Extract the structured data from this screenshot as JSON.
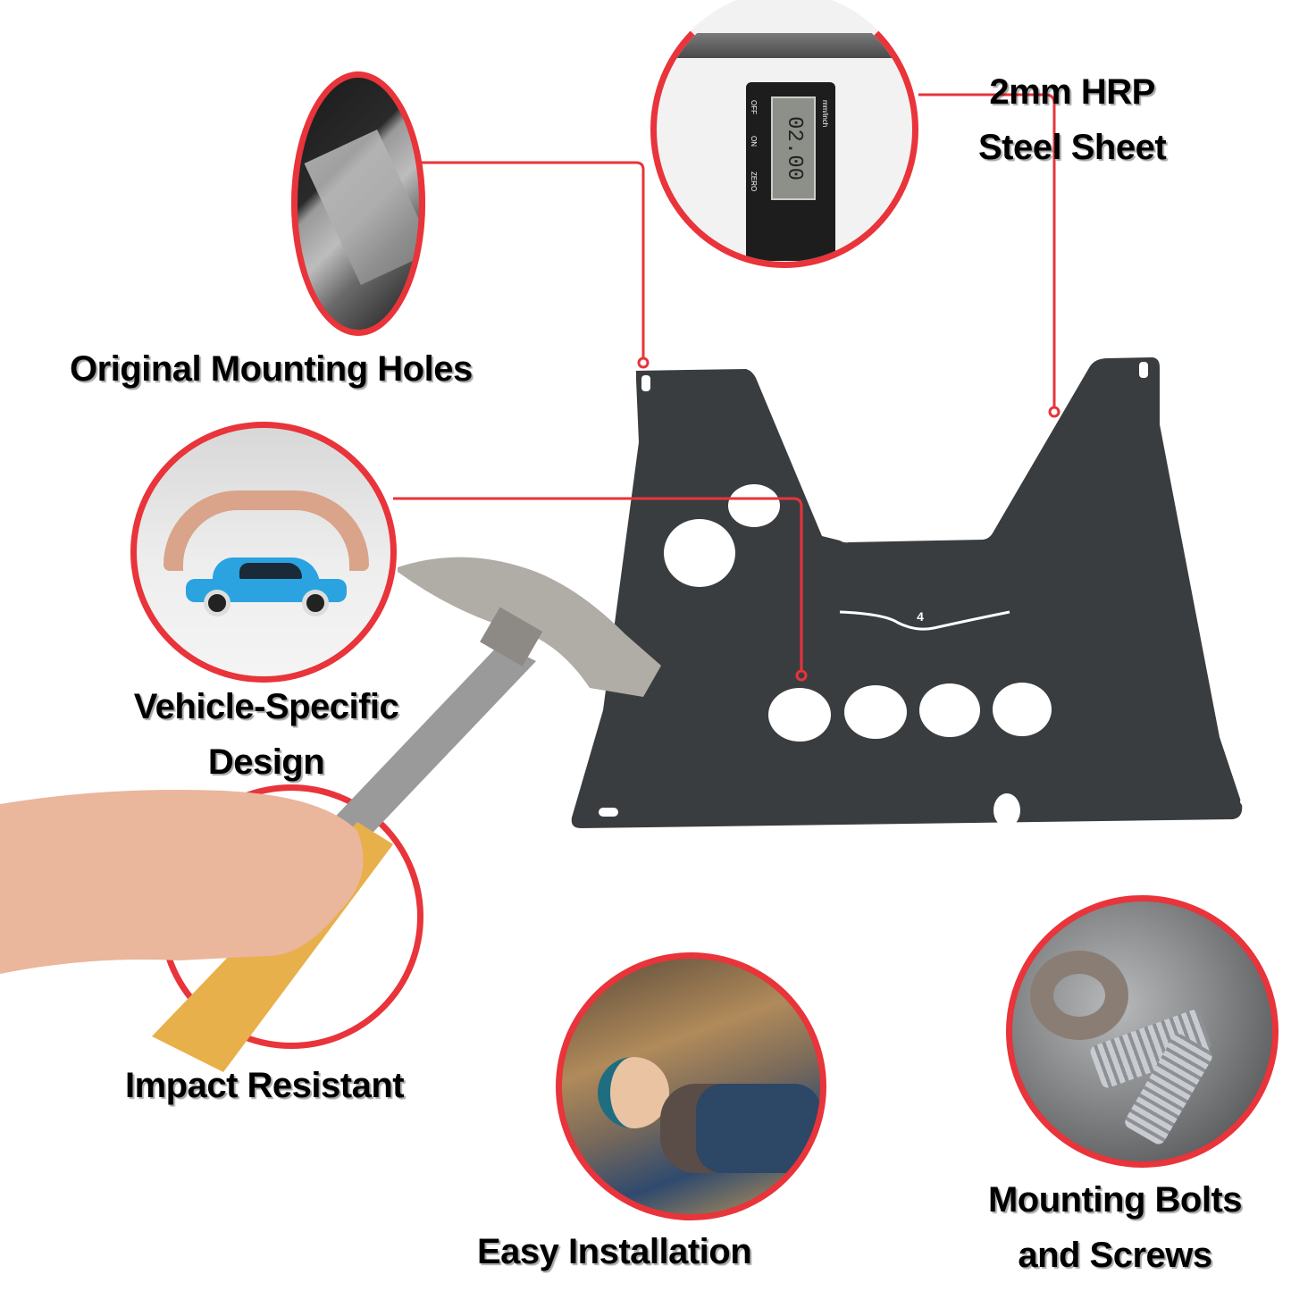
{
  "colors": {
    "ring_red": "#e8343a",
    "plate": "#3a3d40",
    "background": "#ffffff"
  },
  "features": [
    {
      "id": "holes",
      "label": "Original Mounting Holes",
      "icon": "underbody-mount-photo"
    },
    {
      "id": "steel",
      "label_lines": [
        "2mm HRP",
        "Steel Sheet"
      ],
      "icon": "digital-caliper-photo",
      "caliper_readout": "02.00",
      "caliper_buttons": [
        "OFF",
        "ON",
        "ZERO",
        "mm/inch"
      ]
    },
    {
      "id": "vehicle",
      "label_lines": [
        "Vehicle-Specific",
        "Design"
      ],
      "icon": "hands-over-car-photo"
    },
    {
      "id": "impact",
      "label": "Impact Resistant",
      "icon": "hammer-in-hand-photo"
    },
    {
      "id": "install",
      "label": "Easy Installation",
      "icon": "mechanic-under-car-photo"
    },
    {
      "id": "bolts",
      "label_lines": [
        "Mounting Bolts",
        "and Screws"
      ],
      "icon": "bolts-and-washers-photo"
    }
  ],
  "plate": {
    "marking": "4"
  }
}
